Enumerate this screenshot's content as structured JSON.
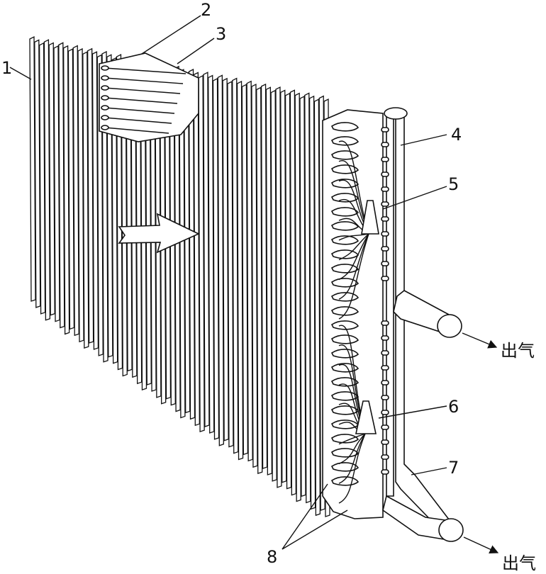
{
  "labels": {
    "l1": "1",
    "l2": "2",
    "l3": "3",
    "l4": "4",
    "l5": "5",
    "l6": "6",
    "l7": "7",
    "l8": "8"
  },
  "outlets": {
    "upper": "出气",
    "lower": "出气"
  }
}
